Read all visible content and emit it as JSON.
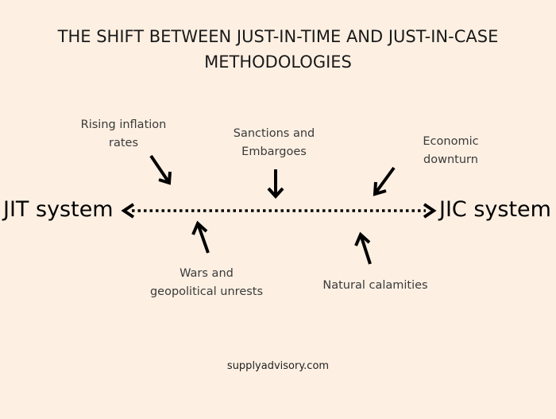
{
  "title": {
    "line1": "THE SHIFT BETWEEN JUST-IN-TIME AND JUST-IN-CASE",
    "line2": "METHODOLOGIES"
  },
  "endpoints": {
    "left": "JIT system",
    "right": "JIC system"
  },
  "factors": {
    "inflation": {
      "line1": "Rising inflation",
      "line2": "rates"
    },
    "sanctions": {
      "line1": "Sanctions and",
      "line2": "Embargoes"
    },
    "economic": {
      "line1": "Economic",
      "line2": "downturn"
    },
    "wars": {
      "line1": "Wars and",
      "line2": "geopolitical unrests"
    },
    "natural": {
      "line1": "Natural calamities"
    }
  },
  "footer": "supplyadvisory.com",
  "colors": {
    "background": "#fdf0e3",
    "arrow": "#000000",
    "text": "#3a3a3a"
  },
  "icons": [
    "bidirectional-dotted-arrow",
    "arrow-icon"
  ]
}
